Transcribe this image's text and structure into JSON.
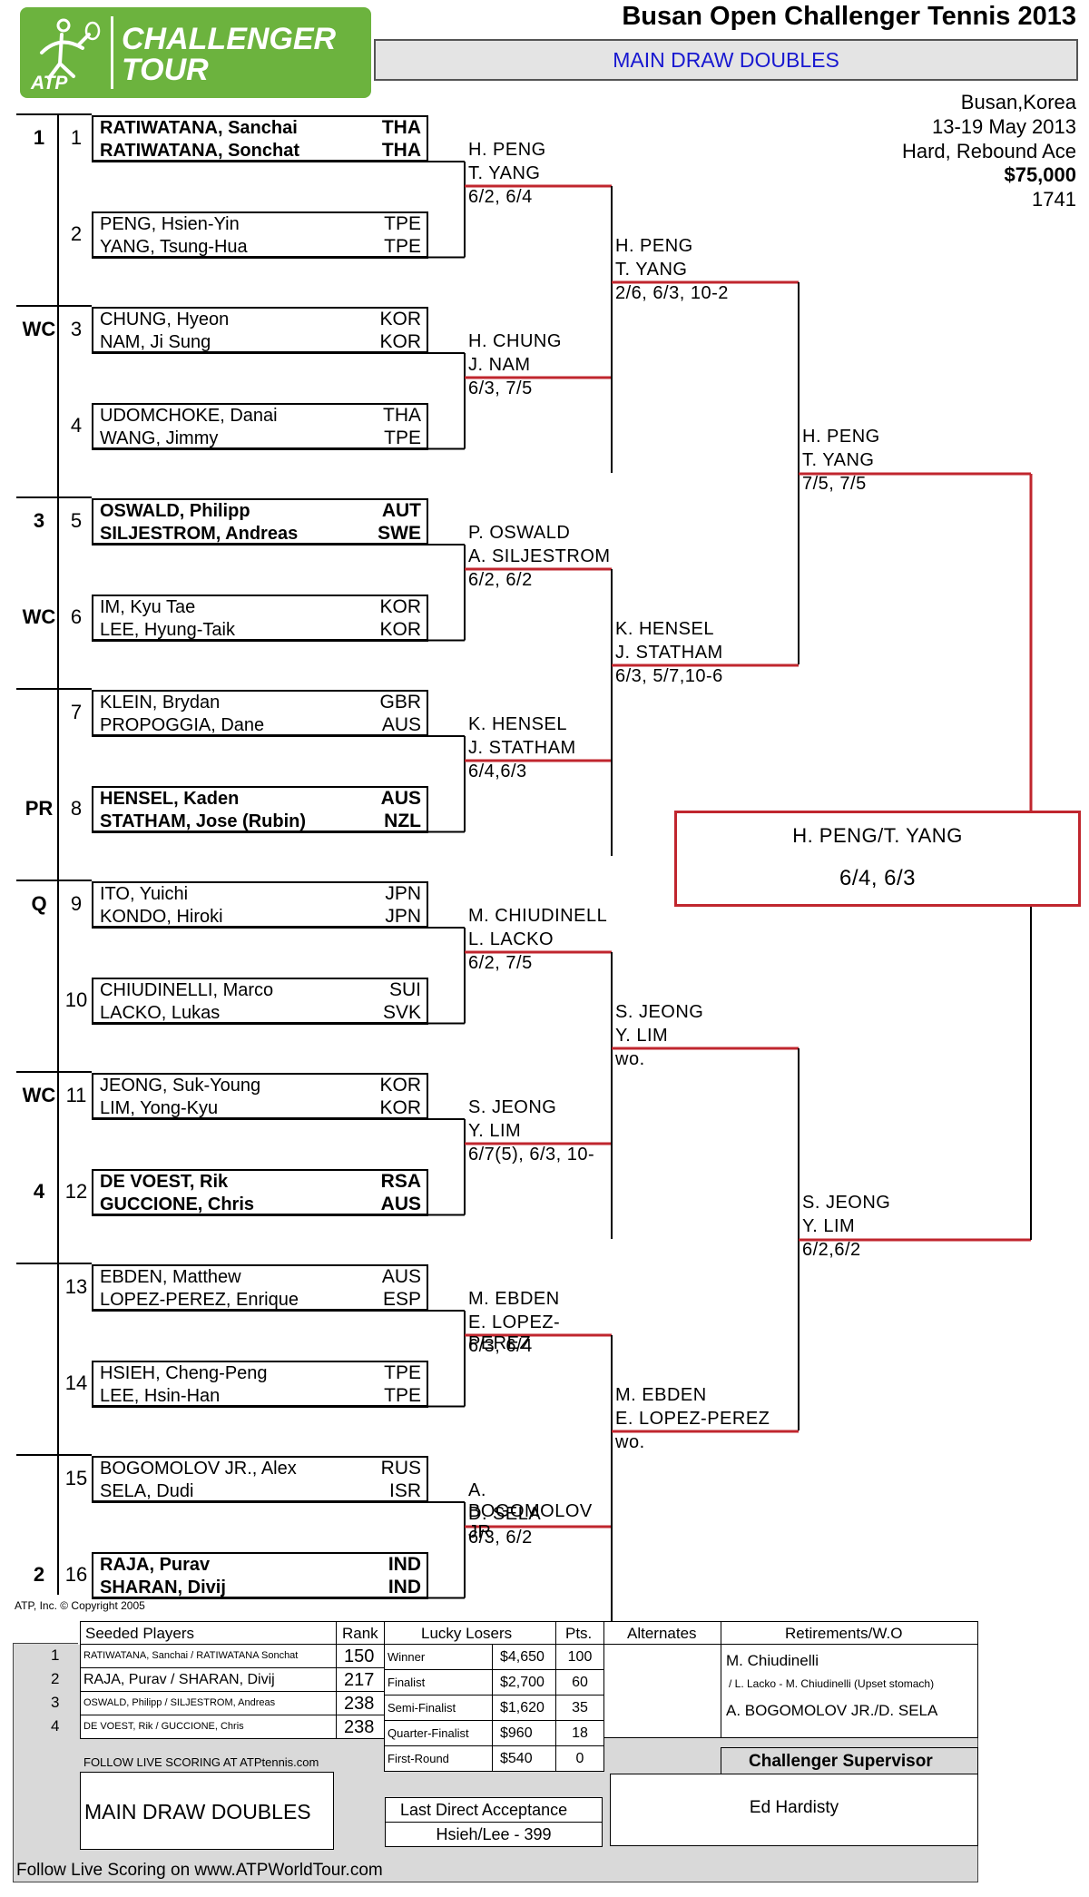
{
  "logo": {
    "line1": "CHALLENGER",
    "line2": "TOUR",
    "badge": "ATP",
    "color": "#6cb33e"
  },
  "tournament": {
    "name": "Busan Open Challenger Tennis 2013",
    "banner": "MAIN DRAW DOUBLES",
    "location": "Busan,Korea",
    "dates": "13-19 May 2013",
    "surface": "Hard, Rebound Ace",
    "prize": "$75,000",
    "code": "1741"
  },
  "colors": {
    "accent_red": "#c0262e",
    "banner_text": "#1818d0",
    "logo_green": "#6cb33e"
  },
  "draw": [
    {
      "num": "1",
      "seed": "1",
      "bold": true,
      "p1": "RATIWATANA, Sanchai",
      "c1": "THA",
      "p2": "RATIWATANA, Sonchat",
      "c2": "THA"
    },
    {
      "num": "2",
      "seed": "",
      "bold": false,
      "p1": "PENG, Hsien-Yin",
      "c1": "TPE",
      "p2": "YANG, Tsung-Hua",
      "c2": "TPE"
    },
    {
      "num": "3",
      "seed": "WC",
      "bold": false,
      "p1": "CHUNG, Hyeon",
      "c1": "KOR",
      "p2": "NAM, Ji Sung",
      "c2": "KOR"
    },
    {
      "num": "4",
      "seed": "",
      "bold": false,
      "p1": "UDOMCHOKE, Danai",
      "c1": "THA",
      "p2": "WANG, Jimmy",
      "c2": "TPE"
    },
    {
      "num": "5",
      "seed": "3",
      "bold": true,
      "p1": "OSWALD, Philipp",
      "c1": "AUT",
      "p2": "SILJESTROM, Andreas",
      "c2": "SWE"
    },
    {
      "num": "6",
      "seed": "WC",
      "bold": false,
      "p1": "IM, Kyu Tae",
      "c1": "KOR",
      "p2": "LEE, Hyung-Taik",
      "c2": "KOR"
    },
    {
      "num": "7",
      "seed": "",
      "bold": false,
      "p1": "KLEIN, Brydan",
      "c1": "GBR",
      "p2": "PROPOGGIA, Dane",
      "c2": "AUS"
    },
    {
      "num": "8",
      "seed": "PR",
      "bold": true,
      "p1": "HENSEL, Kaden",
      "c1": "AUS",
      "p2": "STATHAM, Jose (Rubin)",
      "c2": "NZL"
    },
    {
      "num": "9",
      "seed": "Q",
      "bold": false,
      "p1": "ITO, Yuichi",
      "c1": "JPN",
      "p2": "KONDO, Hiroki",
      "c2": "JPN"
    },
    {
      "num": "10",
      "seed": "",
      "bold": false,
      "p1": "CHIUDINELLI, Marco",
      "c1": "SUI",
      "p2": "LACKO, Lukas",
      "c2": "SVK"
    },
    {
      "num": "11",
      "seed": "WC",
      "bold": false,
      "p1": "JEONG, Suk-Young",
      "c1": "KOR",
      "p2": "LIM, Yong-Kyu",
      "c2": "KOR"
    },
    {
      "num": "12",
      "seed": "4",
      "bold": true,
      "p1": "DE VOEST, Rik",
      "c1": "RSA",
      "p2": "GUCCIONE, Chris",
      "c2": "AUS"
    },
    {
      "num": "13",
      "seed": "",
      "bold": false,
      "p1": "EBDEN, Matthew",
      "c1": "AUS",
      "p2": "LOPEZ-PEREZ, Enrique",
      "c2": "ESP"
    },
    {
      "num": "14",
      "seed": "",
      "bold": false,
      "p1": "HSIEH, Cheng-Peng",
      "c1": "TPE",
      "p2": "LEE, Hsin-Han",
      "c2": "TPE"
    },
    {
      "num": "15",
      "seed": "",
      "bold": false,
      "p1": "BOGOMOLOV JR., Alex",
      "c1": "RUS",
      "p2": "SELA, Dudi",
      "c2": "ISR"
    },
    {
      "num": "16",
      "seed": "2",
      "bold": true,
      "p1": "RAJA, Purav",
      "c1": "IND",
      "p2": "SHARAN, Divij",
      "c2": "IND"
    }
  ],
  "round2": [
    {
      "l1": "H. PENG",
      "l2": "T. YANG",
      "score": "6/2, 6/4"
    },
    {
      "l1": "H. CHUNG",
      "l2": "J. NAM",
      "score": "6/3, 7/5"
    },
    {
      "l1": "P. OSWALD",
      "l2": "A. SILJESTROM",
      "score": "6/2, 6/2"
    },
    {
      "l1": "K. HENSEL",
      "l2": "J. STATHAM",
      "score": "6/4,6/3"
    },
    {
      "l1": "M. CHIUDINELL",
      "l2": "L. LACKO",
      "score": "6/2, 7/5"
    },
    {
      "l1": "S. JEONG",
      "l2": "Y. LIM",
      "score": "6/7(5), 6/3, 10-"
    },
    {
      "l1": "M. EBDEN",
      "l2": "E. LOPEZ-PEREZ",
      "score": "6/3, 6/4"
    },
    {
      "l1": "A. BOGOMOLOV JR",
      "l2": "D. SELA",
      "score": "6/3, 6/2"
    }
  ],
  "round3": [
    {
      "l1": "H. PENG",
      "l2": "T. YANG",
      "score": "2/6, 6/3, 10-2"
    },
    {
      "l1": "K. HENSEL",
      "l2": "J. STATHAM",
      "score": "6/3, 5/7,10-6"
    },
    {
      "l1": "S. JEONG",
      "l2": "Y. LIM",
      "score": "wo."
    },
    {
      "l1": "M. EBDEN",
      "l2": "E. LOPEZ-PEREZ",
      "score": "wo."
    }
  ],
  "semis": [
    {
      "l1": "H. PENG",
      "l2": "T. YANG",
      "score": "7/5, 7/5"
    },
    {
      "l1": "S. JEONG",
      "l2": "Y. LIM",
      "score": "6/2,6/2"
    }
  ],
  "final": {
    "winner": "H. PENG/T. YANG",
    "score": "6/4, 6/3"
  },
  "copyright": "ATP, Inc. © Copyright 2005",
  "footer": {
    "seeded_header": "Seeded Players",
    "rank_header": "Rank",
    "seeded": [
      {
        "n": "1",
        "name": "RATIWATANA, Sanchai / RATIWATANA Sonchat",
        "rank": "150"
      },
      {
        "n": "2",
        "name": "RAJA, Purav / SHARAN, Divij",
        "rank": "217"
      },
      {
        "n": "3",
        "name": "OSWALD, Philipp / SILJESTROM, Andreas",
        "rank": "238"
      },
      {
        "n": "4",
        "name": "DE VOEST, Rik / GUCCIONE, Chris",
        "rank": "238"
      }
    ],
    "follow_small": "FOLLOW LIVE SCORING AT ATPtennis.com",
    "lucky_header": "Lucky Losers",
    "pts_header": "Pts.",
    "alternates_header": "Alternates",
    "retire_header": "Retirements/W.O",
    "prizes": [
      {
        "round": "Winner",
        "money": "$4,650",
        "pts": "100"
      },
      {
        "round": "Finalist",
        "money": "$2,700",
        "pts": "60"
      },
      {
        "round": "Semi-Finalist",
        "money": "$1,620",
        "pts": "35"
      },
      {
        "round": "Quarter-Finalist",
        "money": "$960",
        "pts": "18"
      },
      {
        "round": "First-Round",
        "money": "$540",
        "pts": "0"
      }
    ],
    "retirements": [
      "M. Chiudinelli",
      "/ L. Lacko - M. Chiudinelli (Upset stomach)",
      "A. BOGOMOLOV JR./D. SELA"
    ],
    "supervisor_header": "Challenger Supervisor",
    "supervisor": "Ed Hardisty",
    "draw_label": "MAIN DRAW DOUBLES",
    "lda_header": "Last Direct Acceptance",
    "lda": "Hsieh/Lee - 399",
    "follow_big": "Follow Live Scoring on www.ATPWorldTour.com"
  }
}
